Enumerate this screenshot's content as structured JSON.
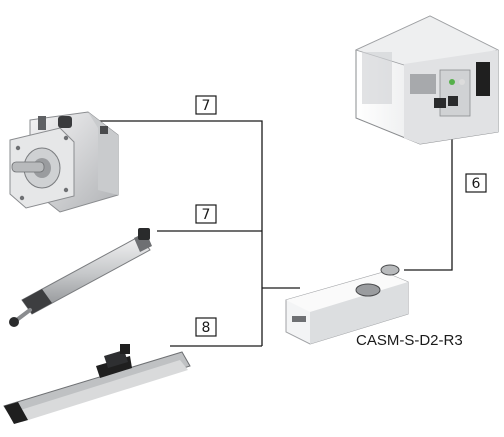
{
  "labels": {
    "cable_controller": "6",
    "cable_motor": "7",
    "cable_cylinder": "7",
    "cable_sensor": "8"
  },
  "device_caption": "CASM-S-D2-R3",
  "colors": {
    "line": "#1a1a1a",
    "metal_light": "#d9dadb",
    "metal_mid": "#b8babc",
    "metal_dark": "#6e7073",
    "housing": "#e9eaec",
    "black": "#1f1f1f"
  }
}
